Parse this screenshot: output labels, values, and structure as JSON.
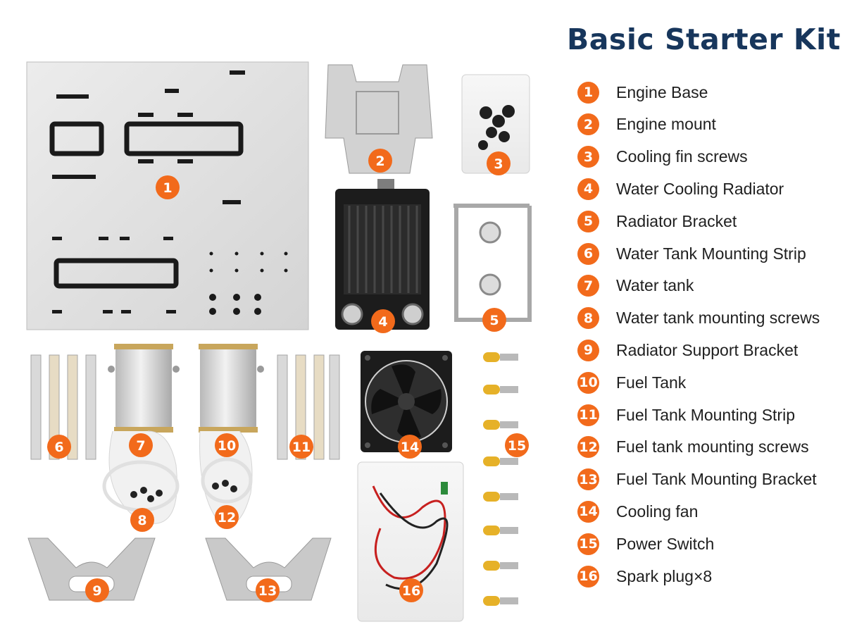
{
  "title": "Basic Starter Kit",
  "accent_color": "#f26a1b",
  "title_color": "#17365c",
  "legend": [
    {
      "num": "1",
      "label": "Engine Base"
    },
    {
      "num": "2",
      "label": "Engine mount"
    },
    {
      "num": "3",
      "label": "Cooling fin screws"
    },
    {
      "num": "4",
      "label": "Water Cooling Radiator"
    },
    {
      "num": "5",
      "label": "Radiator Bracket"
    },
    {
      "num": "6",
      "label": "Water Tank Mounting Strip"
    },
    {
      "num": "7",
      "label": "Water tank"
    },
    {
      "num": "8",
      "label": "Water tank mounting screws"
    },
    {
      "num": "9",
      "label": "Radiator Support Bracket"
    },
    {
      "num": "10",
      "label": "Fuel Tank"
    },
    {
      "num": "11",
      "label": "Fuel Tank Mounting Strip"
    },
    {
      "num": "12",
      "label": "Fuel tank mounting screws"
    },
    {
      "num": "13",
      "label": "Fuel Tank Mounting Bracket"
    },
    {
      "num": "14",
      "label": "Cooling fan"
    },
    {
      "num": "15",
      "label": "Power Switch"
    },
    {
      "num": "16",
      "label": "Spark plug×8"
    }
  ],
  "photo_markers": [
    "1",
    "2",
    "3",
    "4",
    "5",
    "6",
    "7",
    "8",
    "9",
    "10",
    "11",
    "12",
    "13",
    "14",
    "15",
    "16"
  ]
}
